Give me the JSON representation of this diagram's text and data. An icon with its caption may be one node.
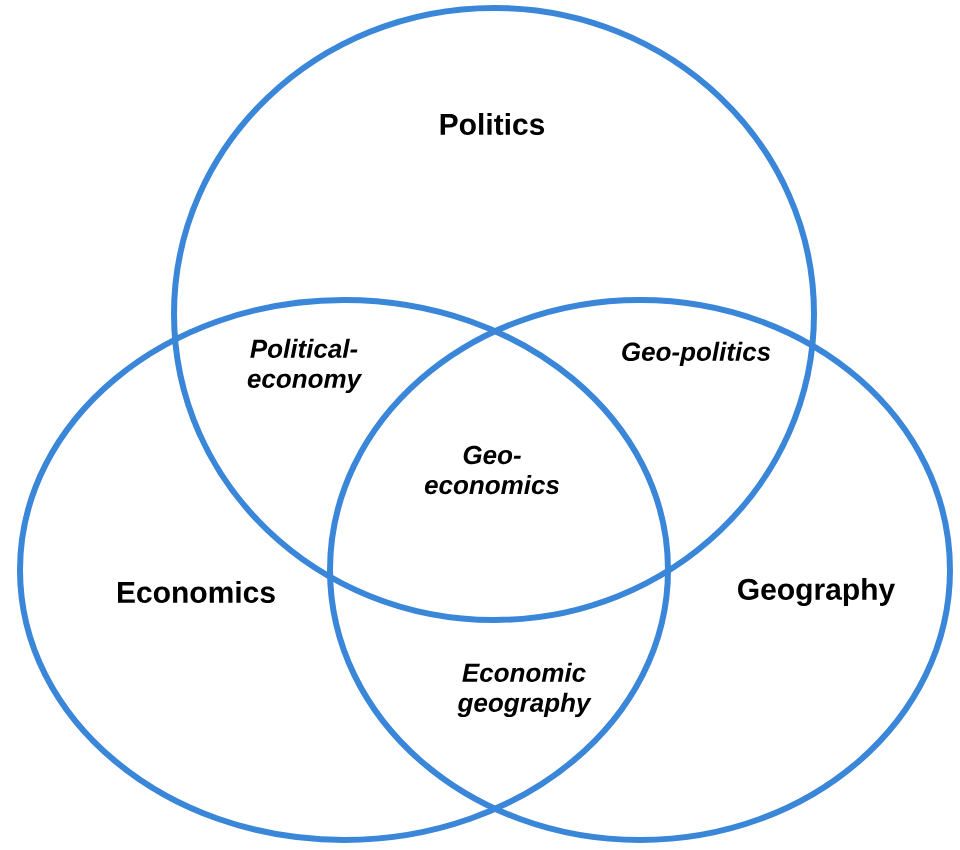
{
  "diagram": {
    "nodes": [
      {
        "text": [
          "Politics"
        ]
      },
      {
        "text": [
          "Economics"
        ]
      },
      {
        "text": [
          "Geography"
        ]
      }
    ],
    "labels": [
      "Political-economy",
      "Geo-politics",
      "Geo-economics",
      "Economic geography"
    ]
  }
}
